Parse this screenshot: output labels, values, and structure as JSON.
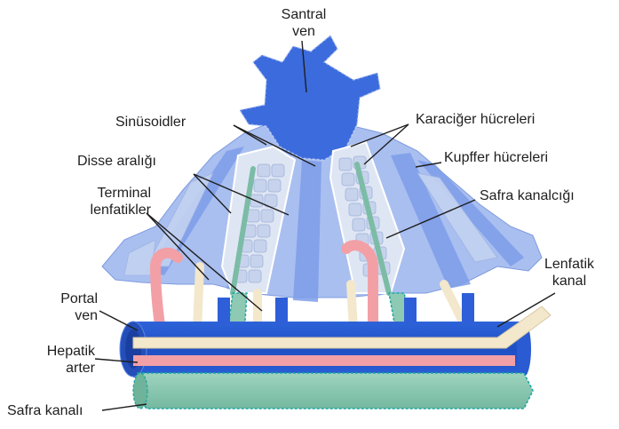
{
  "labels": {
    "central_vein": [
      "Santral",
      "ven"
    ],
    "sinusoids": "Sinüsoidler",
    "space_of_disse": "Disse aralığı",
    "terminal_lymphatics": [
      "Terminal",
      "lenfatikler"
    ],
    "portal_vein": [
      "Portal",
      "ven"
    ],
    "hepatic_artery": [
      "Hepatik",
      "arter"
    ],
    "bile_duct": "Safra kanalı",
    "hepatocytes": "Karaciğer hücreleri",
    "kupffer_cells": "Kupffer hücreleri",
    "bile_canaliculus": "Safra kanalcığı",
    "lymphatic_duct": [
      "Lenfatik",
      "kanal"
    ]
  },
  "colors": {
    "vein_dark": "#2f5fd8",
    "vein_mid": "#5b86e6",
    "lobule_light": "#a9bff0",
    "hepatocyte_fill": "#dfe6f3",
    "artery": "#f2a0a6",
    "lymphatic": "#f3e7cc",
    "bile": "#8ec9b4",
    "bile_dash": "#1aa7a0"
  },
  "icons": [
    "leader-line",
    "vessel-shape",
    "cell-cord"
  ]
}
